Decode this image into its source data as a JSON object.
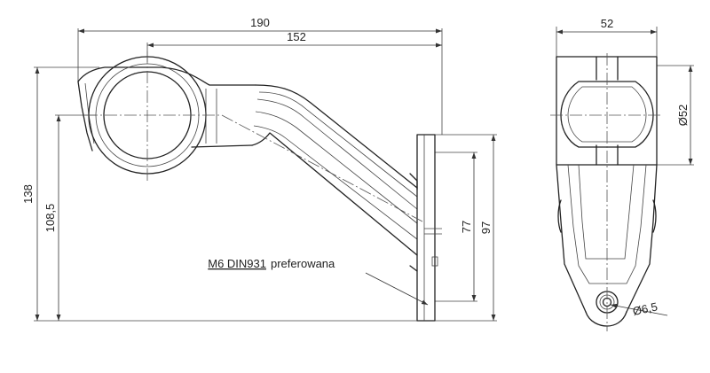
{
  "dimensions": {
    "total_length": "190",
    "arm_length": "152",
    "total_height": "138",
    "center_height": "108,5",
    "hole_spacing": "77",
    "base_height": "97",
    "width": "52",
    "lamp_diameter": "Ø52",
    "hole_diameter": "Ø6,5"
  },
  "annotation": {
    "screw_spec": "M6 DIN931",
    "screw_note": "preferowana"
  }
}
